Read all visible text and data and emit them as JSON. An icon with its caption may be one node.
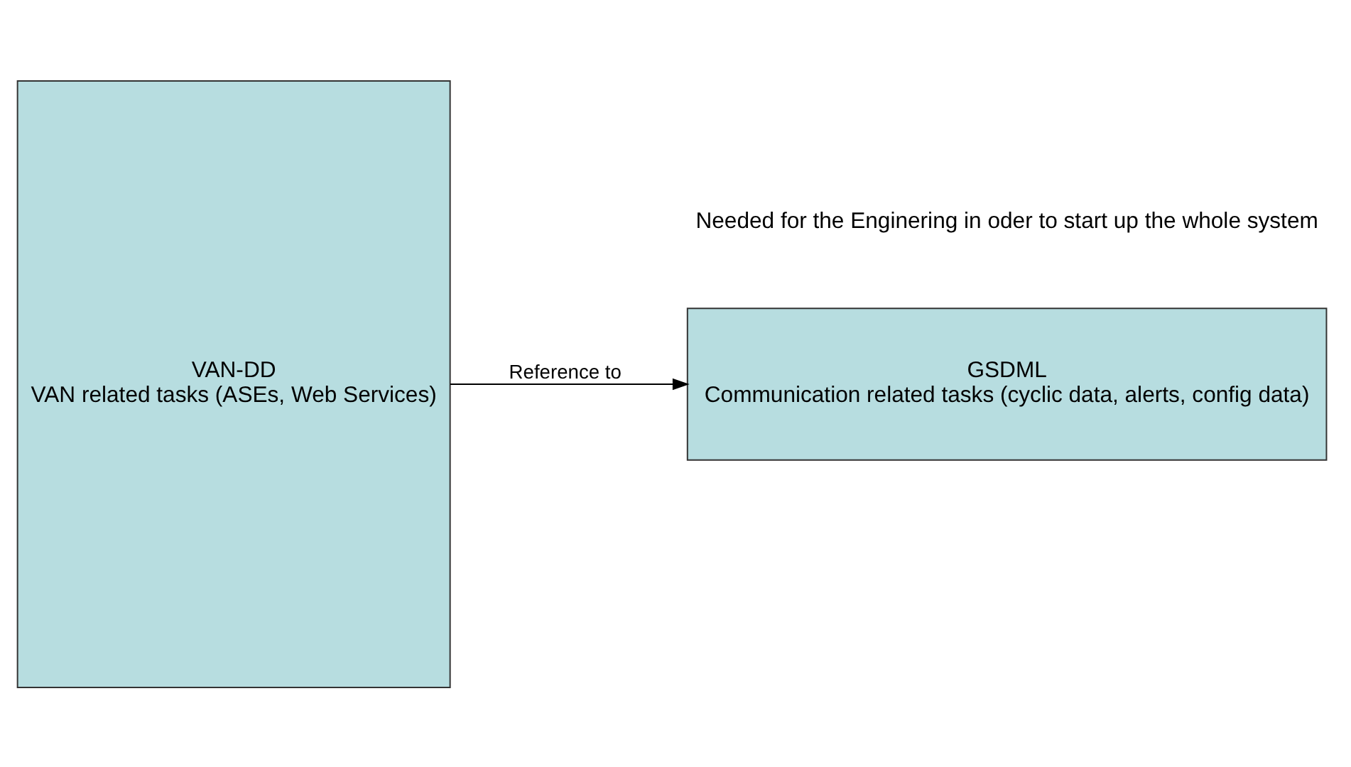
{
  "diagram": {
    "nodes": [
      {
        "text": [
          "VAN-DD",
          "VAN related tasks (ASEs, Web Services)"
        ]
      },
      {
        "text": [
          "GSDML",
          "Communication related tasks (cyclic data, alerts, config data)"
        ]
      }
    ],
    "edges": [
      {
        "from": 0,
        "to": 1,
        "arrow": "to",
        "label": "Reference to"
      }
    ],
    "labels": [
      "Needed for the Enginering in oder to start up the whole system"
    ]
  }
}
